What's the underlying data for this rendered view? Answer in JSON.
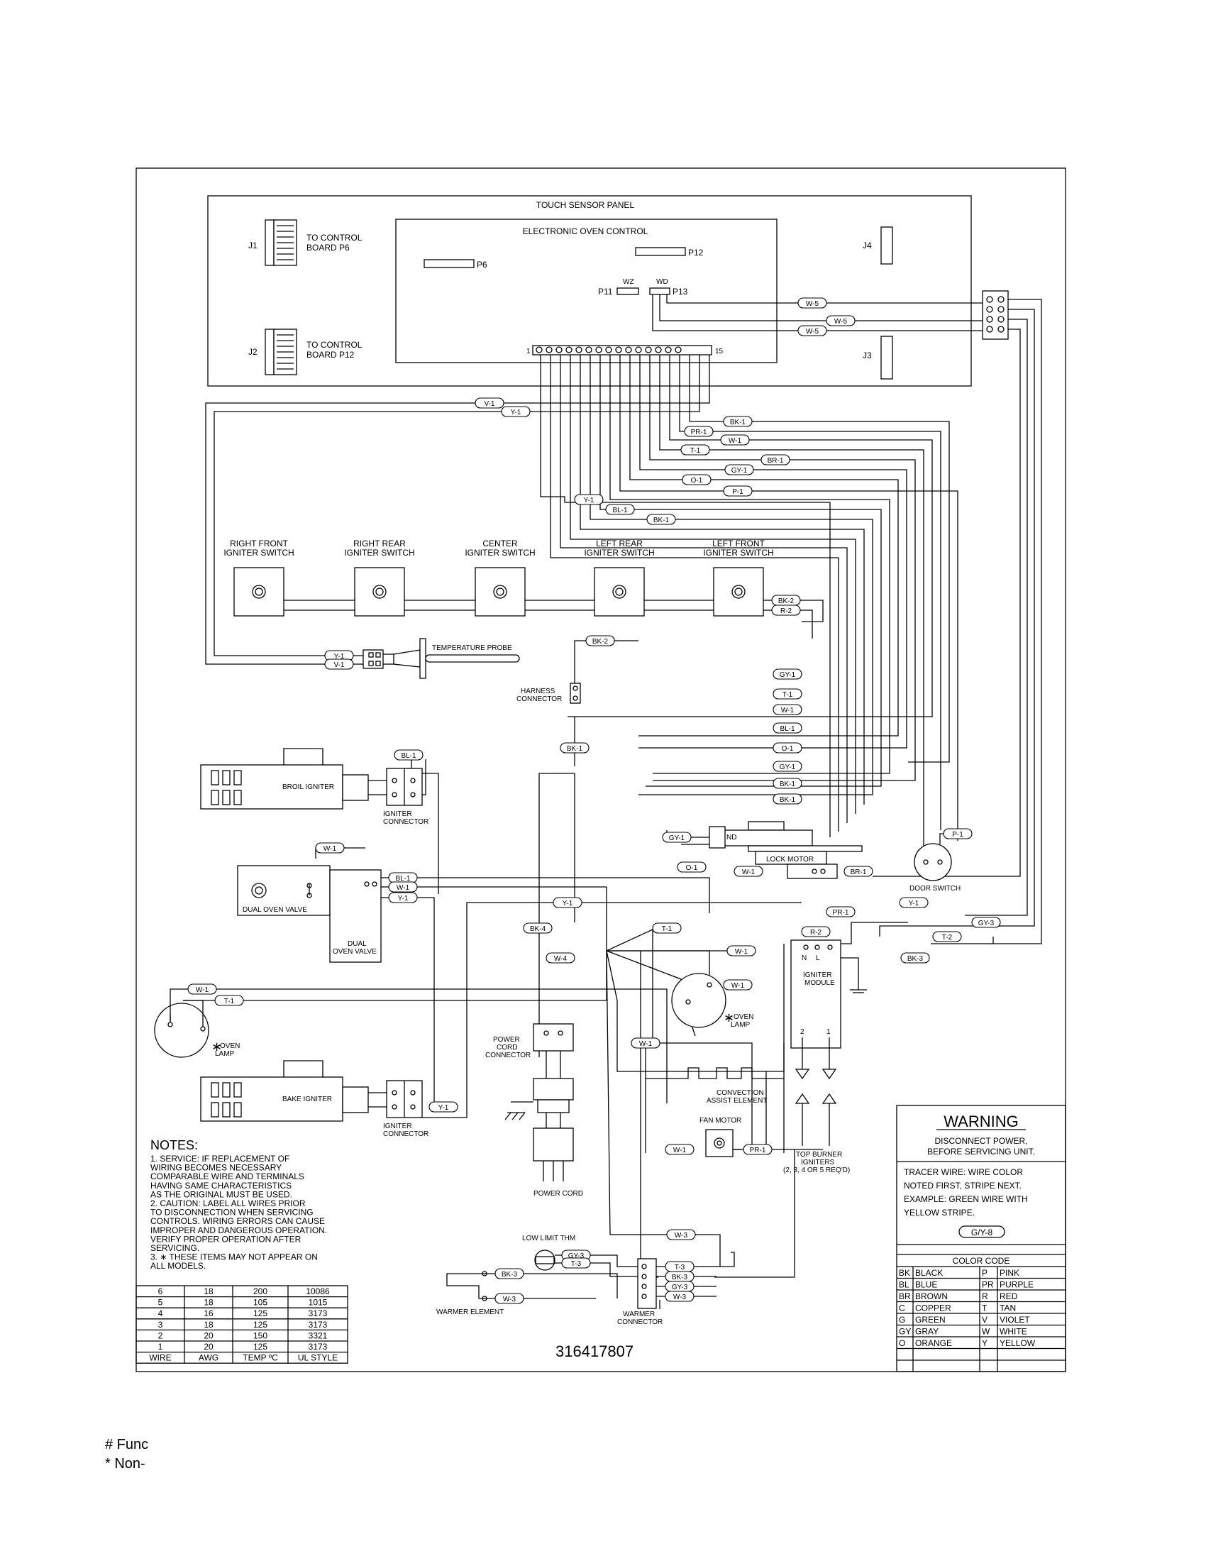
{
  "diagram": {
    "panel_title": "TOUCH SENSOR PANEL",
    "control_title": "ELECTRONIC OVEN CONTROL",
    "connectors": {
      "j1": "J1",
      "j1_label_1": "TO CONTROL",
      "j1_label_2": "BOARD P6",
      "j2": "J2",
      "j2_label_1": "TO CONTROL",
      "j2_label_2": "BOARD P12",
      "j3": "J3",
      "j4": "J4",
      "p6": "P6",
      "p11": "P11",
      "p12": "P12",
      "p13": "P13",
      "wz": "WZ",
      "wd": "WD",
      "pin_first": "1",
      "pin_last": "15"
    },
    "switches": [
      {
        "line1": "RIGHT FRONT",
        "line2": "IGNITER SWITCH"
      },
      {
        "line1": "RIGHT REAR",
        "line2": "IGNITER SWITCH"
      },
      {
        "line1": "CENTER",
        "line2": "IGNITER SWITCH"
      },
      {
        "line1": "LEFT REAR",
        "line2": "IGNITER SWITCH"
      },
      {
        "line1": "LEFT FRONT",
        "line2": "IGNITER SWITCH"
      }
    ],
    "components": {
      "temp_probe": "TEMPERATURE PROBE",
      "harness_1": "HARNESS",
      "harness_2": "CONNECTOR",
      "broil_igniter": "BROIL IGNITER",
      "igniter_conn_1": "IGNITER",
      "igniter_conn_2": "CONNECTOR",
      "dual_valve": "DUAL OVEN VALVE",
      "dual_valve_1": "DUAL",
      "dual_valve_2": "OVEN VALVE",
      "lock_motor": "LOCK MOTOR",
      "nd": "ND",
      "door_switch": "DOOR SWITCH",
      "oven_lamp": "OVEN",
      "lamp": "LAMP",
      "star": "∗",
      "igniter_module_1": "IGNITER",
      "igniter_module_2": "MODULE",
      "n": "N",
      "l": "L",
      "one": "1",
      "two": "2",
      "power_cord_conn_1": "POWER",
      "power_cord_conn_2": "CORD",
      "power_cord_conn_3": "CONNECTOR",
      "power_cord": "POWER CORD",
      "convection_1": "CONVECTION",
      "convection_2": "ASSIST ELEMENT",
      "fan_motor": "FAN MOTOR",
      "top_burner_1": "TOP BURNER",
      "top_burner_2": "IGNITERS",
      "top_burner_3": "(2, 3, 4 OR 5 REQ'D)",
      "bake_igniter": "BAKE IGNITER",
      "low_limit": "LOW LIMIT THM",
      "warmer_element": "WARMER ELEMENT",
      "warmer_conn_1": "WARMER",
      "warmer_conn_2": "CONNECTOR"
    },
    "notes": {
      "title": "NOTES:",
      "lines": [
        "1.   SERVICE:   IF REPLACEMENT OF",
        "      WIRING BECOMES NECESSARY",
        "      COMPARABLE WIRE AND TERMINALS",
        "      HAVING SAME CHARACTERISTICS",
        "      AS THE ORIGINAL MUST BE USED.",
        "2.   CAUTION:   LABEL ALL WIRES PRIOR",
        "      TO DISCONNECTION WHEN SERVICING",
        "      CONTROLS.   WIRING ERRORS CAN CAUSE",
        "      IMPROPER AND DANGEROUS OPERATION.",
        "      VERIFY PROPER OPERATION AFTER",
        "      SERVICING.",
        "3.   ∗ THESE ITEMS MAY NOT APPEAR ON",
        "      ALL MODELS."
      ]
    },
    "wire_table": {
      "headers": [
        "WIRE",
        "AWG",
        "TEMP ºC",
        "UL STYLE"
      ],
      "rows": [
        [
          "6",
          "18",
          "200",
          "10086"
        ],
        [
          "5",
          "18",
          "105",
          "1015"
        ],
        [
          "4",
          "16",
          "125",
          "3173"
        ],
        [
          "3",
          "18",
          "125",
          "3173"
        ],
        [
          "2",
          "20",
          "150",
          "3321"
        ],
        [
          "1",
          "20",
          "125",
          "3173"
        ]
      ]
    },
    "part_number": "316417807",
    "warning": {
      "title": "WARNING",
      "line1": "DISCONNECT POWER,",
      "line2": "BEFORE SERVICING UNIT.",
      "tracer_1": "TRACER WIRE:   WIRE COLOR",
      "tracer_2": "NOTED FIRST, STRIPE NEXT.",
      "tracer_3": "EXAMPLE:   GREEN WIRE WITH",
      "tracer_4": "YELLOW STRIPE.",
      "example_tag": "G/Y-8"
    },
    "color_code": {
      "title": "COLOR CODE",
      "rows": [
        [
          "BK",
          "BLACK",
          "P",
          "PINK"
        ],
        [
          "BL",
          "BLUE",
          "PR",
          "PURPLE"
        ],
        [
          "BR",
          "BROWN",
          "R",
          "RED"
        ],
        [
          "C",
          "COPPER",
          "T",
          "TAN"
        ],
        [
          "G",
          "GREEN",
          "V",
          "VIOLET"
        ],
        [
          "GY",
          "GRAY",
          "W",
          "WHITE"
        ],
        [
          "O",
          "ORANGE",
          "Y",
          "YELLOW"
        ]
      ]
    },
    "wire_tags": {
      "w5a": "W-5",
      "w5b": "W-5",
      "w5c": "W-5",
      "v1": "V-1",
      "y1": "Y-1",
      "bk1": "BK-1",
      "pr1": "PR-1",
      "w1": "W-1",
      "t1": "T-1",
      "br1": "BR-1",
      "gy1": "GY-1",
      "o1": "O-1",
      "p1": "P-1",
      "y1b": "Y-1",
      "bl1": "BL-1",
      "bk1b": "BK-1",
      "bk2": "BK-2",
      "r2": "R-2",
      "bk2h": "BK-2",
      "y1p": "Y-1",
      "v1p": "V-1",
      "gy1c": "GY-1",
      "t1c": "T-1",
      "w1c": "W-1",
      "bl1c": "BL-1",
      "o1c": "O-1",
      "gy1d": "GY-1",
      "bk1c": "BK-1",
      "bk1d": "BK-1",
      "bk1h": "BK-1",
      "bl1b": "BL-1",
      "gy1l": "GY-1",
      "o1l": "O-1",
      "w1l": "W-1",
      "br1l": "BR-1",
      "p1d": "P-1",
      "w1v": "W-1",
      "bl1v": "BL-1",
      "w1v2": "W-1",
      "y1v": "Y-1",
      "y1m": "Y-1",
      "pr1m": "PR-1",
      "y1ds": "Y-1",
      "gy3": "GY-3",
      "t2": "T-2",
      "bk3": "BK-3",
      "bk4": "BK-4",
      "w4": "W-4",
      "t1m": "T-1",
      "r2m": "R-2",
      "w1m": "W-1",
      "w1lamp": "W-1",
      "w1ol": "W-1",
      "t1ol": "T-1",
      "w1ca": "W-1",
      "w1fan": "W-1",
      "pr1fan": "PR-1",
      "y1bake": "Y-1",
      "w3": "W-3",
      "gy3w": "GY-3",
      "t3w": "T-3",
      "t3": "T-3",
      "bk3w": "BK-3",
      "gy3b": "GY-3",
      "w3b": "W-3",
      "bk3we": "BK-3",
      "w3we": "W-3"
    }
  },
  "footer": {
    "line1": "# Func",
    "line2": "* Non-"
  }
}
